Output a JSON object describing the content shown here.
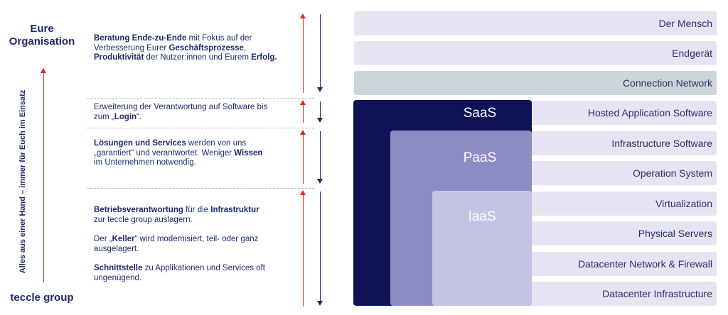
{
  "left": {
    "top_label": "Eure\nOrganisation",
    "bottom_label": "teccle group",
    "vertical_text": "Alles aus einer Hand – immer für Euch im Einsatz"
  },
  "descriptions": {
    "d1": {
      "b1": "Beratung Ende-zu-Ende",
      "t1": " mit Fokus auf der Verbesserung Eurer ",
      "b2": "Geschäftsprozesse",
      "t2": ", ",
      "b3": "Produktivität",
      "t3": " der Nutzer:innen und Eurem ",
      "b4": "Erfolg."
    },
    "d2": {
      "t1": "Erweiterung der Verantwortung auf Software bis zum „",
      "b1": "Login",
      "t2": "“."
    },
    "d3": {
      "b1": "Lösungen und Services",
      "t1": " werden von uns „garantiert“ und verantwortet. Weniger ",
      "b2": "Wissen",
      "t2": " im Unternehmen notwendig."
    },
    "d4": {
      "p1": {
        "b1": "Betriebsverantwortung",
        "t1": " für die ",
        "b2": "Infrastruktur",
        "t2": " zur teccle group auslagern."
      },
      "p2": {
        "t1": "Der „",
        "b1": "Keller",
        "t2": "“ wird modernisiert, teil- oder ganz ausgelagert."
      },
      "p3": {
        "b1": "Schnittstelle",
        "t1": " zu Applikationen und Services oft ungenügend."
      }
    }
  },
  "layers": [
    "Der Mensch",
    "Endgerät",
    "Connection Network",
    "Hosted Application Software",
    "Infrastructure Software",
    "Operation System",
    "Virtualization",
    "Physical Servers",
    "Datacenter Network & Firewall",
    "Datacenter Infrastructure"
  ],
  "stack": {
    "saas": "SaaS",
    "paas": "PaaS",
    "iaas": "IaaS"
  },
  "colors": {
    "saas": "#0d1259",
    "paas": "#8c8cc4",
    "iaas": "#c3c3e2",
    "layer": "#e6e4f2",
    "network": "#ccd5d9",
    "navy": "#1f2a6b",
    "red": "#e2261e"
  }
}
